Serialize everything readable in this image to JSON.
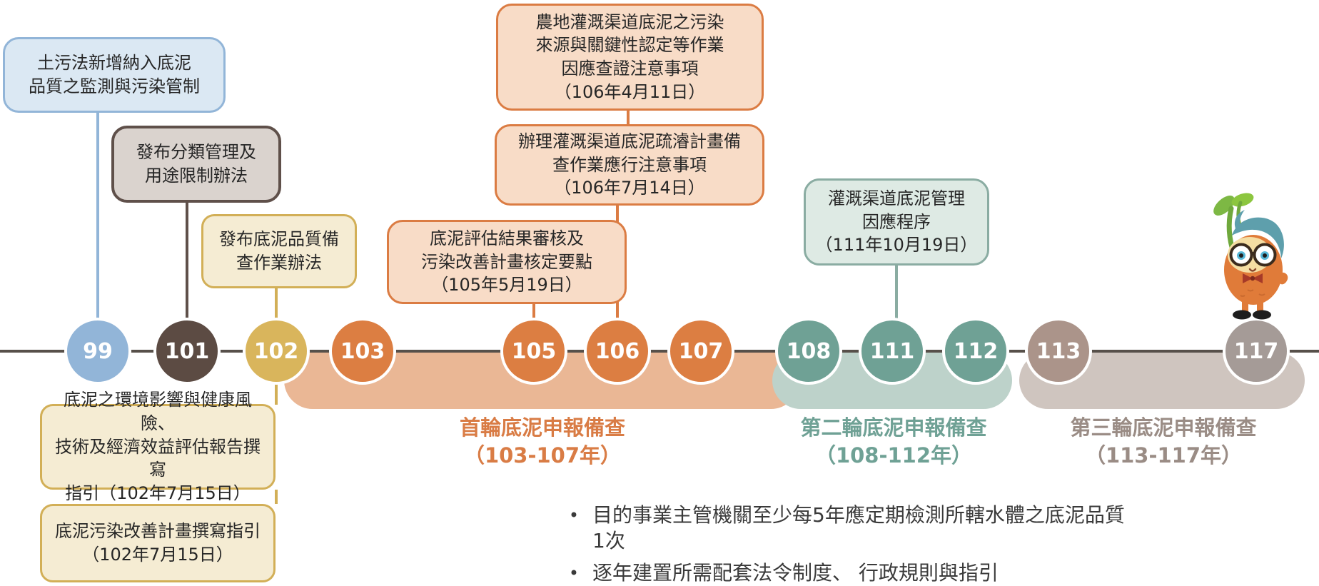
{
  "palette": {
    "timeline_line": "#57504A",
    "blue_node": "#92B5D8",
    "blue_box_fill": "#DBE8F3",
    "blue_box_border": "#92B5D8",
    "brown_node": "#5C4B43",
    "brown_box_fill": "#DAD3CE",
    "brown_box_border": "#5F504A",
    "gold_node": "#D9B55C",
    "gold_box_fill": "#F5ECD3",
    "gold_box_border": "#D2AF57",
    "orange_node": "#DC7E42",
    "orange_box_fill": "#F8DCC7",
    "orange_box_border": "#DB7C43",
    "orange_band": "#EAB795",
    "teal_node": "#6FA195",
    "teal_box_fill": "#DEEAE4",
    "teal_box_border": "#8AACA2",
    "teal_band": "#BDD2CA",
    "taupe_node": "#AB948A",
    "taupe_node_last": "#A59B97",
    "taupe_band": "#CFC5BF",
    "phase1_text": "#D97C45",
    "phase2_text": "#6FA195",
    "phase3_text": "#9A8C85"
  },
  "timeline": {
    "nodes": [
      {
        "year": "99"
      },
      {
        "year": "101"
      },
      {
        "year": "102"
      },
      {
        "year": "103"
      },
      {
        "year": "105"
      },
      {
        "year": "106"
      },
      {
        "year": "107"
      },
      {
        "year": "108"
      },
      {
        "year": "111"
      },
      {
        "year": "112"
      },
      {
        "year": "113"
      },
      {
        "year": "117"
      }
    ]
  },
  "callouts": {
    "soil_law": {
      "text": "土污法新增納入底泥\n品質之監測與污染管制"
    },
    "classification": {
      "text": "發布分類管理及\n用途限制辦法"
    },
    "quality_filing": {
      "text": "發布底泥品質備\n查作業辦法"
    },
    "farmland_source": {
      "text": "農地灌溉渠道底泥之污染\n來源與關鍵性認定等作業\n因應查證注意事項\n（106年4月11日）"
    },
    "dredging_filing": {
      "text": "辦理灌溉渠道底泥疏濬計畫備\n查作業應行注意事項\n（106年7月14日）"
    },
    "assessment_review": {
      "text": "底泥評估結果審核及\n污染改善計畫核定要點\n（105年5月19日）"
    },
    "irrigation_procedure": {
      "text": "灌溉渠道底泥管理\n因應程序\n（111年10月19日）"
    },
    "impact_guideline": {
      "text": "底泥之環境影響與健康風險、\n技術及經濟效益評估報告撰寫\n指引（102年7月15日）"
    },
    "improvement_guideline": {
      "text": "底泥污染改善計畫撰寫指引\n（102年7月15日）"
    }
  },
  "phases": [
    {
      "label": "首輪底泥申報備查",
      "range": "（103-107年）"
    },
    {
      "label": "第二輪底泥申報備查",
      "range": "（108-112年）"
    },
    {
      "label": "第三輪底泥申報備查",
      "range": "（113-117年）"
    }
  ],
  "notes": {
    "bullet_char": "•",
    "items": [
      "目的事業主管機關至少每5年應定期檢測所轄水體之底泥品質1次",
      "逐年建置所需配套法令制度、 行政規則與指引"
    ]
  },
  "icons": {
    "mascot": "sprout-character-mascot"
  }
}
